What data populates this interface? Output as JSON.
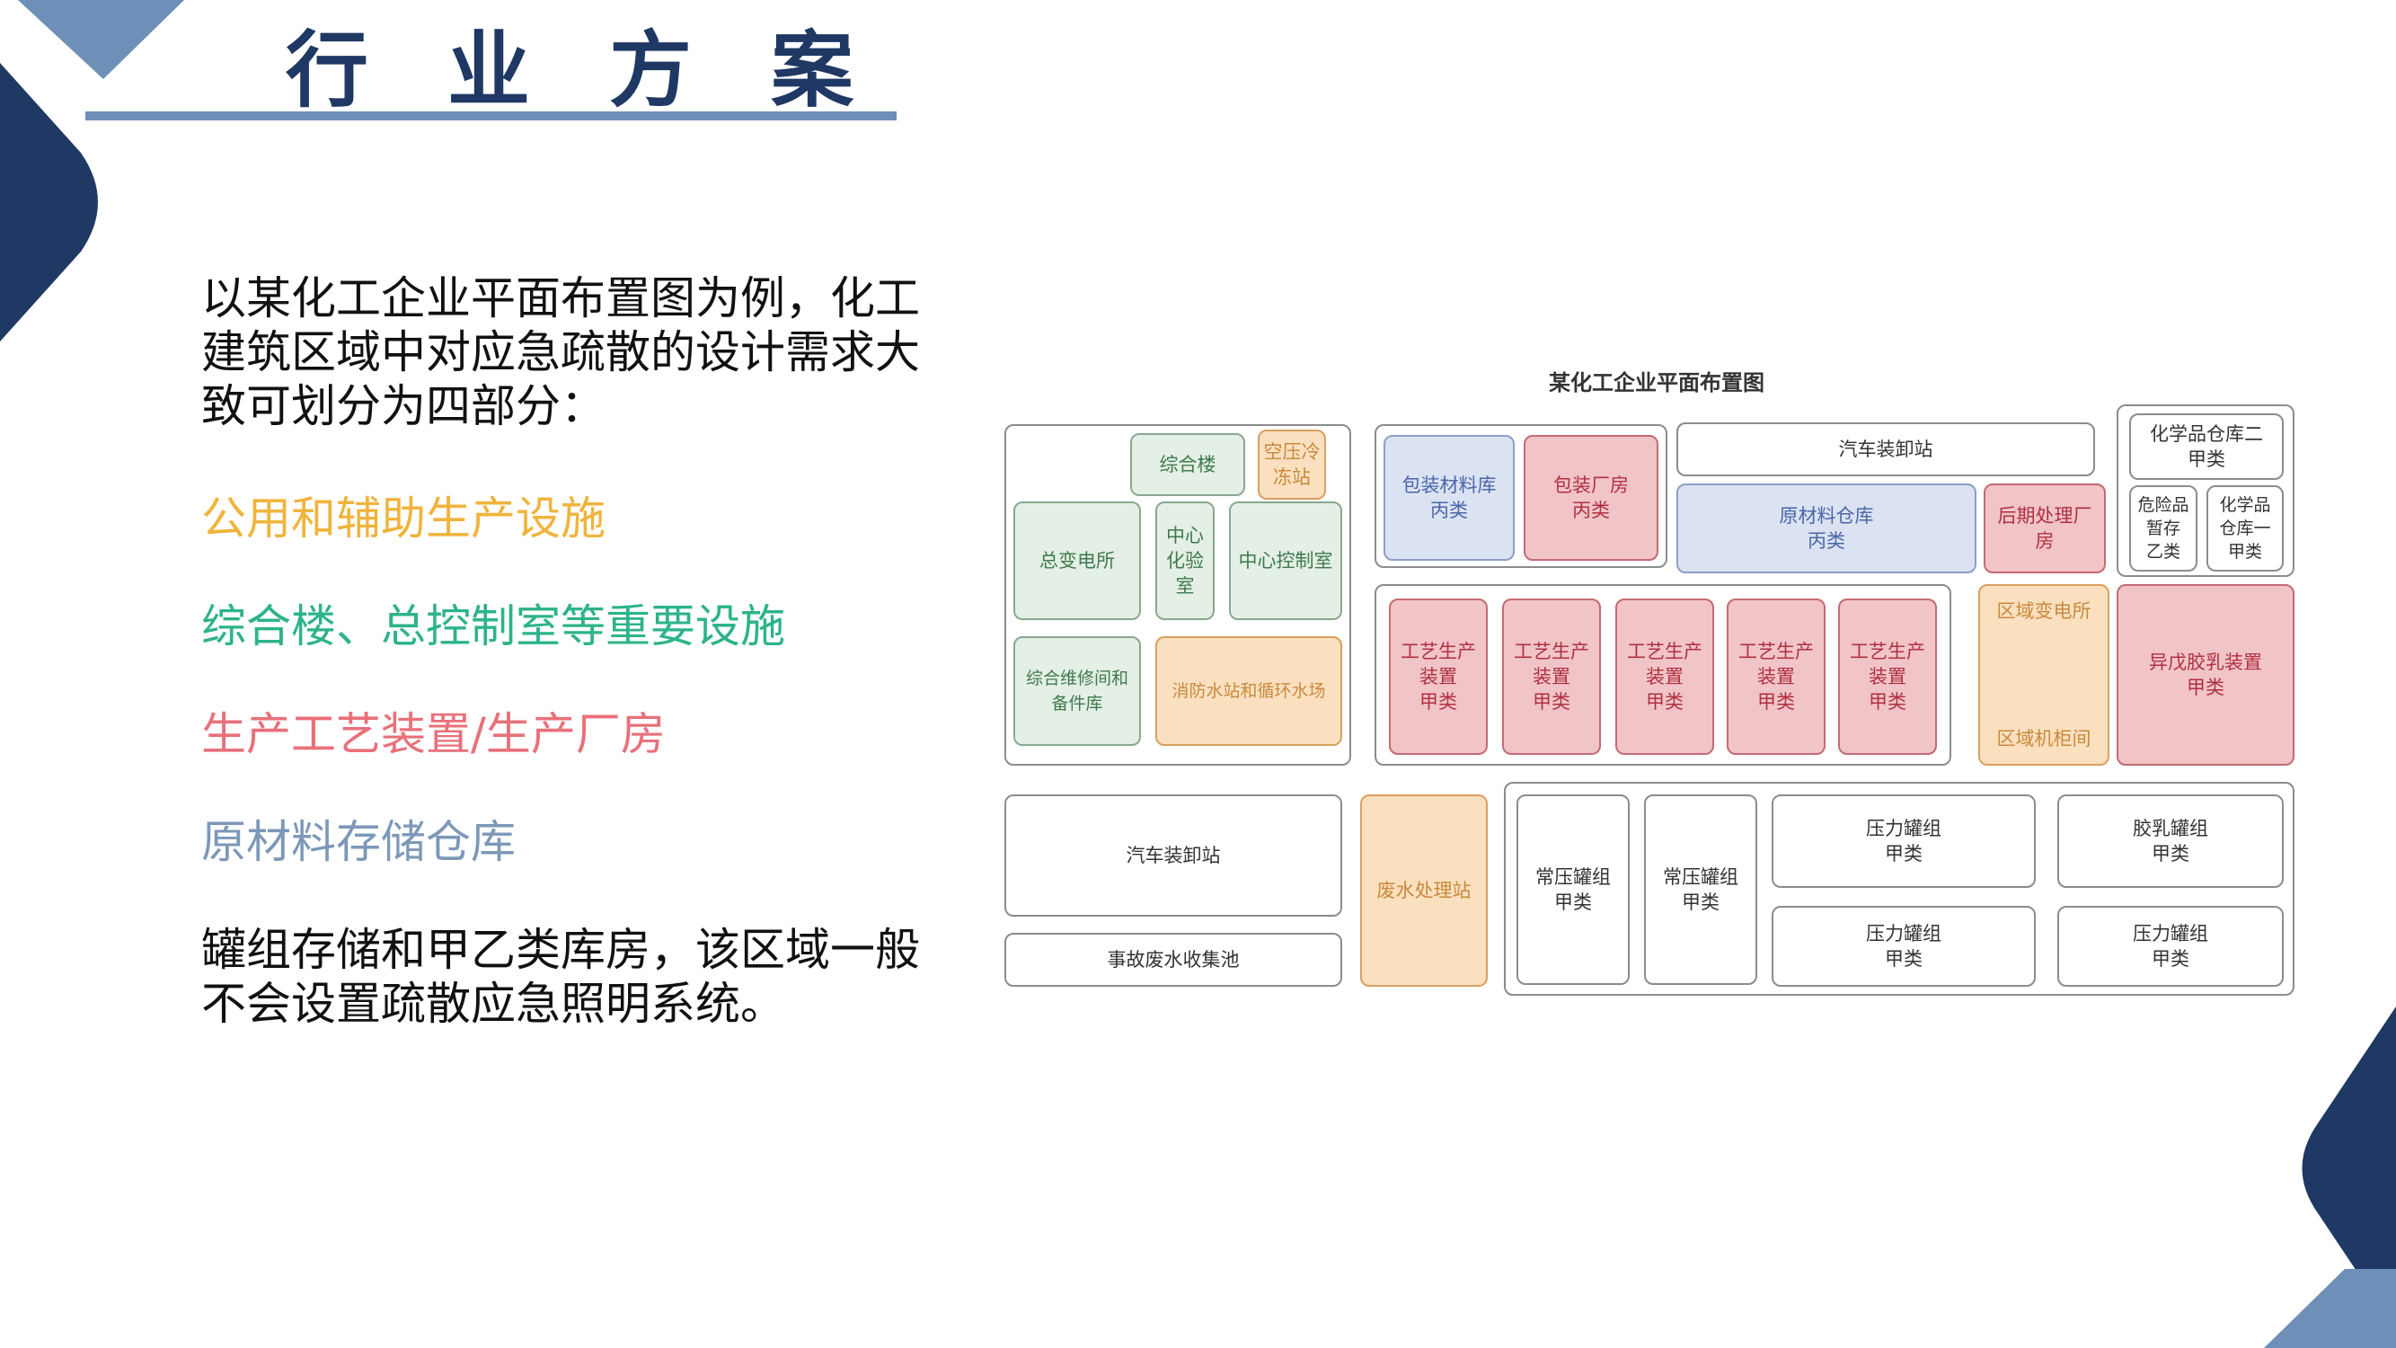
{
  "header": {
    "title_chars": [
      "行",
      "业",
      "方",
      "案"
    ]
  },
  "intro_text": "以某化工企业平面布置图为例，化工建筑区域中对应急疏散的设计需求大致可划分为四部分：",
  "categories": [
    {
      "label": "公用和辅助生产设施",
      "color": "#f0b43c"
    },
    {
      "label": "综合楼、总控制室等重要设施",
      "color": "#2db38a"
    },
    {
      "label": "生产工艺装置/生产厂房",
      "color": "#e8707a"
    },
    {
      "label": "原材料存储仓库",
      "color": "#7d98b8"
    }
  ],
  "outro_text": "罐组存储和甲乙类库房，该区域一般不会设置疏散应急照明系统。",
  "diagram": {
    "title": "某化工企业平面布置图",
    "blocks": {
      "zonghelou": "综合楼",
      "kongya": "空压冷\n冻站",
      "zongbian": "总变电所",
      "huayan": "中心\n化验\n室",
      "kongzhi": "中心控制室",
      "weixiu": "综合维修间和\n备件库",
      "xiaofang": "消防水站和循环水场",
      "baozhuang_cl": "包装材料库\n丙类",
      "baozhuang_cf": "包装厂房\n丙类",
      "qiche_top": "汽车装卸站",
      "yuancailiao": "原材料仓库\n丙类",
      "houqi": "后期处理厂\n房",
      "hxp2": "化学品仓库二\n甲类",
      "wxp": "危险品\n暂存\n乙类",
      "hxp1": "化学品\n仓库一\n甲类",
      "gongyi": "工艺生产\n装置\n甲类",
      "quyu_bds": "区域变电所",
      "quyu_jg": "区域机柜间",
      "yiwu": "异戊胶乳装置\n甲类",
      "qiche_bottom": "汽车装卸站",
      "shigu": "事故废水收集池",
      "feishui": "废水处理站",
      "changya": "常压罐组\n甲类",
      "yali": "压力罐组\n甲类",
      "jiaoru": "胶乳罐组\n甲类"
    }
  },
  "colors": {
    "navy": "#1f3864",
    "steel": "#6d8fb8",
    "utility_orange": "#c88a3c",
    "important_green": "#3e7a4c",
    "production_red": "#b03040",
    "storage_blue": "#4a66a8"
  }
}
